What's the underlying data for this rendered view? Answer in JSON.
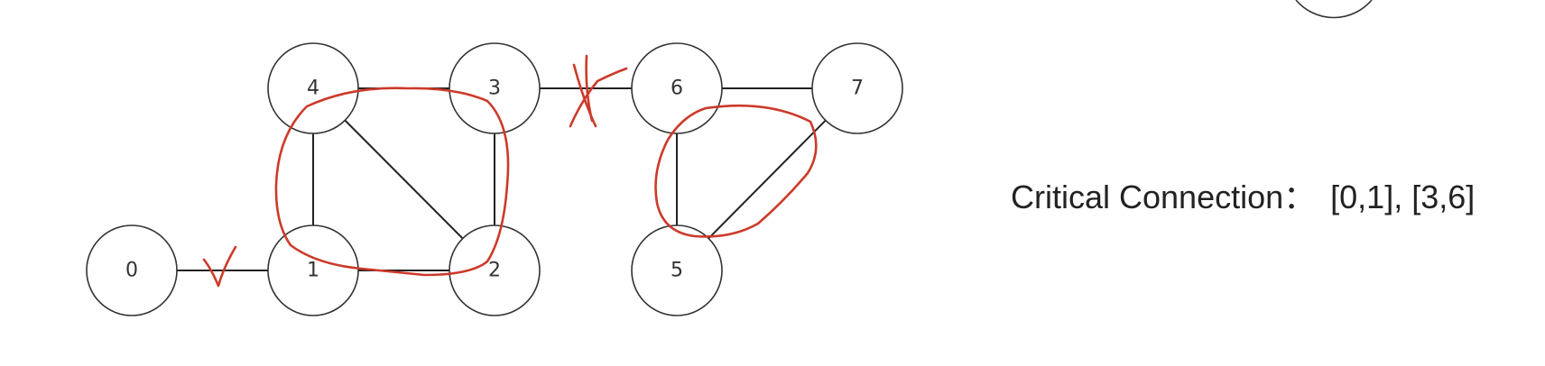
{
  "graph": {
    "nodes": [
      {
        "id": "0",
        "label": "0"
      },
      {
        "id": "1",
        "label": "1"
      },
      {
        "id": "2",
        "label": "2"
      },
      {
        "id": "3",
        "label": "3"
      },
      {
        "id": "4",
        "label": "4"
      },
      {
        "id": "5",
        "label": "5"
      },
      {
        "id": "6",
        "label": "6"
      },
      {
        "id": "7",
        "label": "7"
      }
    ],
    "edges": [
      [
        "0",
        "1"
      ],
      [
        "1",
        "2"
      ],
      [
        "1",
        "4"
      ],
      [
        "4",
        "2"
      ],
      [
        "4",
        "3"
      ],
      [
        "3",
        "2"
      ],
      [
        "3",
        "6"
      ],
      [
        "6",
        "7"
      ],
      [
        "6",
        "5"
      ],
      [
        "5",
        "7"
      ]
    ],
    "annotations": {
      "critical_edge_mark": "checkmark",
      "critical_edge_cut_mark": "cross",
      "component_outline_color": "#cc3a2a"
    }
  },
  "result": {
    "prefix": "Critical Connection：",
    "values": "[0,1], [3,6]"
  }
}
